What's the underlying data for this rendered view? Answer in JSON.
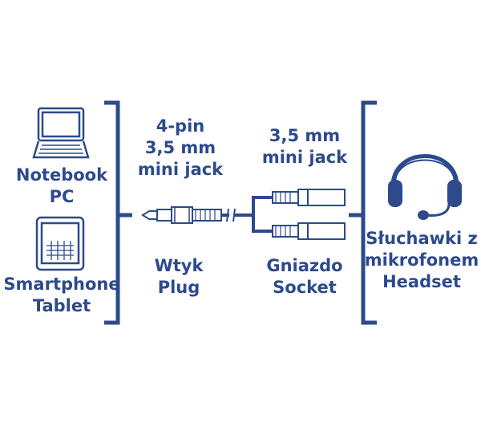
{
  "colors": {
    "primary": "#2c4a8c",
    "background": "#ffffff"
  },
  "devices": {
    "notebook": {
      "icon": "laptop-icon",
      "line1": "Notebook",
      "line2": "PC"
    },
    "tablet": {
      "icon": "tablet-icon",
      "line1": "Smartphone",
      "line2": "Tablet"
    }
  },
  "connector": {
    "plug_spec": {
      "line1": "4-pin",
      "line2": "3,5 mm",
      "line3": "mini jack"
    },
    "socket_spec": {
      "line1": "3,5 mm",
      "line2": "mini jack"
    },
    "plug_label": {
      "line1": "Wtyk",
      "line2": "Plug"
    },
    "socket_label": {
      "line1": "Gniazdo",
      "line2": "Socket"
    }
  },
  "headset": {
    "icon": "headset-icon",
    "line1": "Słuchawki z",
    "line2": "mikrofonem",
    "line3": "Headset"
  }
}
